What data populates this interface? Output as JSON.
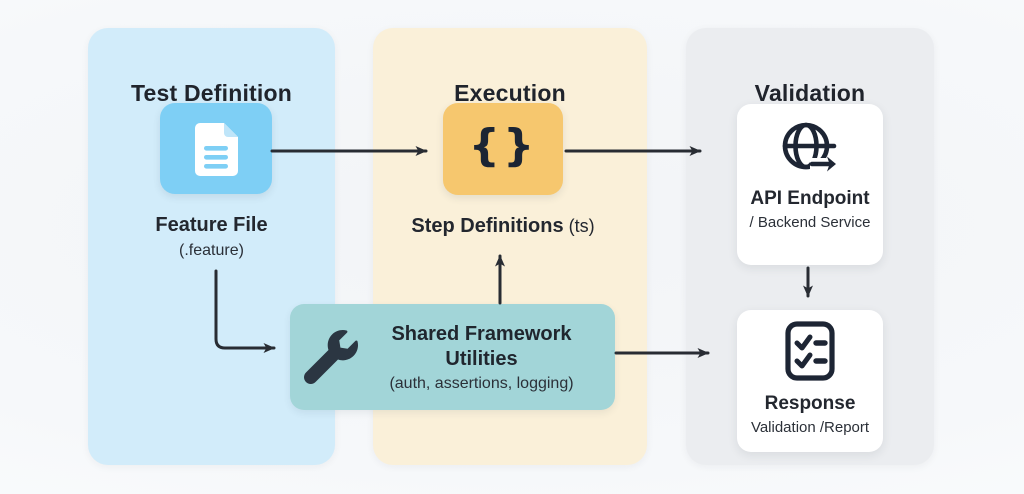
{
  "columns": [
    {
      "id": "test-definition",
      "title": "Test Definition"
    },
    {
      "id": "execution",
      "title": "Execution"
    },
    {
      "id": "validation",
      "title": "Validation"
    }
  ],
  "nodes": {
    "feature_file": {
      "icon": "document-icon",
      "label": "Feature File",
      "sublabel": "(.feature)"
    },
    "step_definitions": {
      "icon": "braces-icon",
      "glyph": "{}",
      "label": "Step Definitions",
      "suffix": " (ts)"
    },
    "api_endpoint": {
      "icon": "globe-arrow-icon",
      "label": "API Endpoint",
      "sublabel": "/ Backend Service"
    },
    "shared_utilities": {
      "icon": "wrench-icon",
      "label": "Shared Framework Utilities",
      "sublabel": "(auth, assertions, logging)"
    },
    "response": {
      "icon": "checklist-icon",
      "label": "Response",
      "sublabel": "Validation /Report"
    }
  },
  "colors": {
    "panel_test_definition": "#d2ecfa",
    "panel_execution": "#faf0d9",
    "panel_validation": "#ebedf0",
    "feature_box": "#7ecff5",
    "step_box": "#f6c76e",
    "utilities_box": "#a2d5d8",
    "card": "#ffffff",
    "ink": "#1d2534",
    "arrow": "#282c33"
  }
}
